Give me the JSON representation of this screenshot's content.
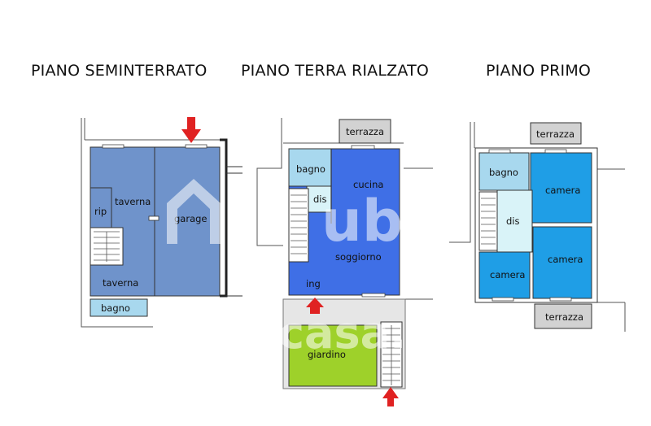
{
  "floors": {
    "basement": {
      "title": "PIANO SEMINTERRATO",
      "rooms": {
        "taverna_top": "taverna",
        "rip": "rip",
        "garage": "garage",
        "taverna_bottom": "taverna",
        "bagno": "bagno"
      }
    },
    "ground": {
      "title": "PIANO TERRA RIALZATO",
      "rooms": {
        "terrazza": "terrazza",
        "bagno": "bagno",
        "cucina": "cucina",
        "dis": "dis",
        "soggiorno": "soggiorno",
        "ing": "ing",
        "giardino": "giardino"
      }
    },
    "first": {
      "title": "PIANO PRIMO",
      "rooms": {
        "terrazza_top": "terrazza",
        "bagno": "bagno",
        "camera_top": "camera",
        "dis": "dis",
        "camera_left": "camera",
        "camera_right": "camera",
        "terrazza_bottom": "terrazza"
      }
    }
  },
  "watermarks": {
    "ubi": "ubi",
    "casa": "casa.it"
  },
  "colors": {
    "basement_room": "#6f93cb",
    "ground_room": "#3f6fe6",
    "first_room": "#1f9ee6",
    "bath": "#a8d8ee",
    "dis_light": "#d9f3f8",
    "garden": "#9ed12a",
    "terrace": "#d2d2d2",
    "arrow": "#e02222"
  },
  "icons": [
    "entrance-arrow-icon",
    "stair-icon"
  ]
}
